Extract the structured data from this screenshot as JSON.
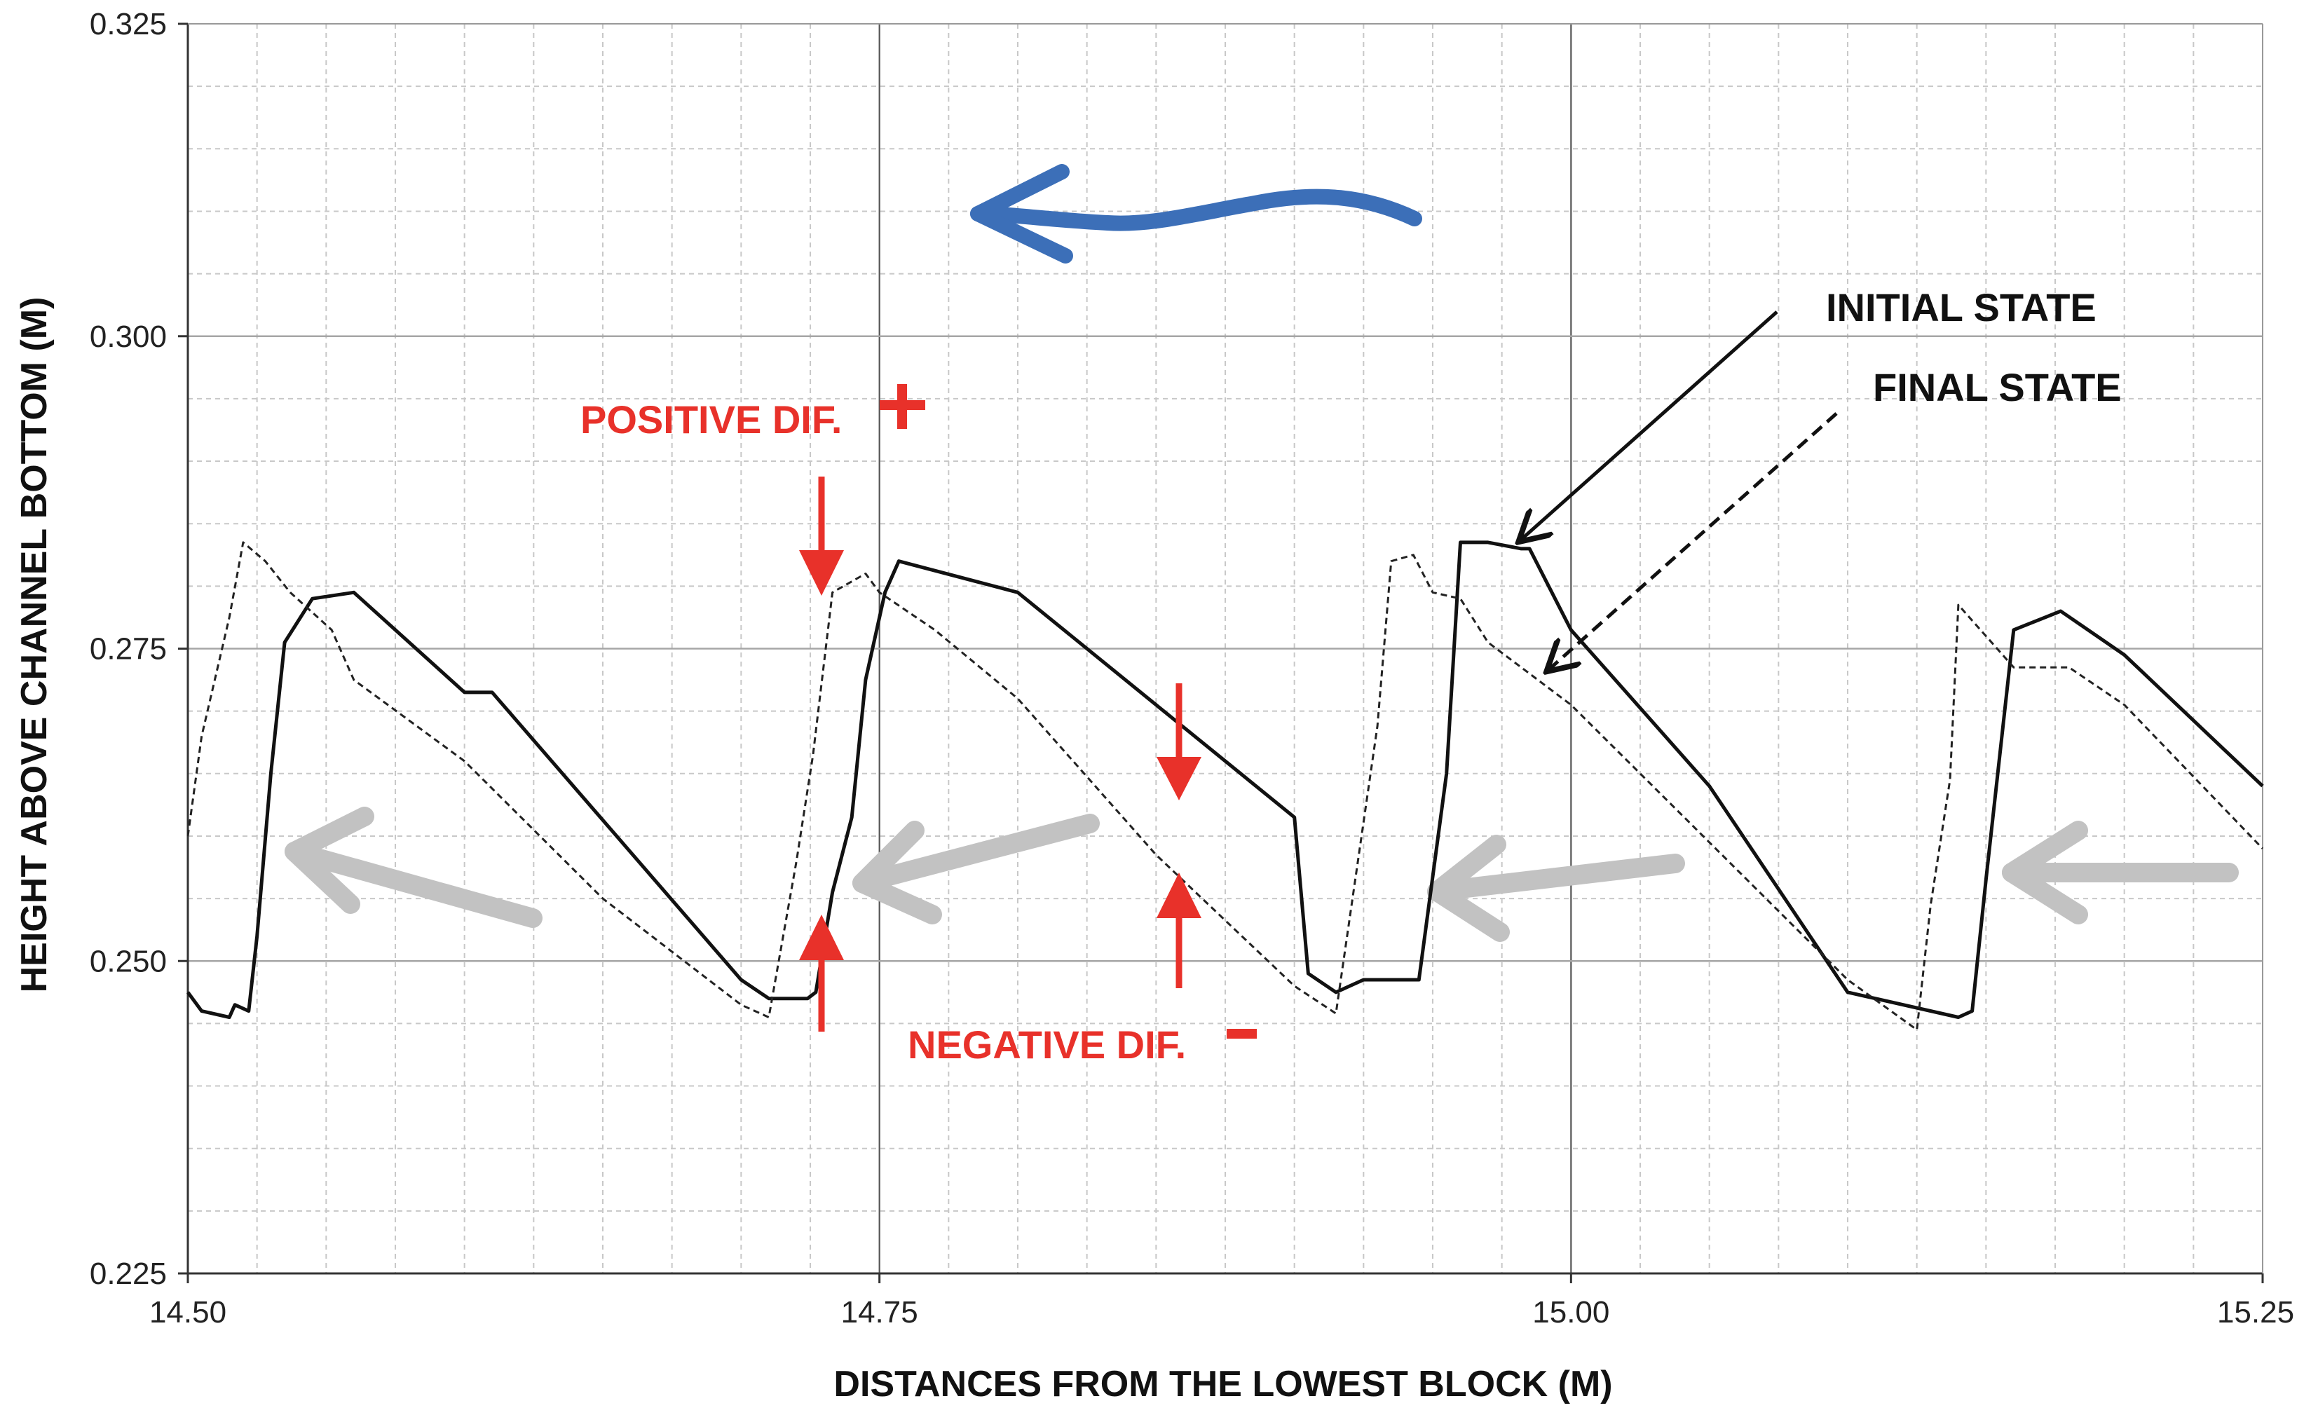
{
  "chart_data": {
    "type": "line",
    "xlabel": "DISTANCES FROM THE LOWEST BLOCK (M)",
    "ylabel": "HEIGHT ABOVE CHANNEL BOTTOM (M)",
    "xlim": [
      14.5,
      15.25
    ],
    "ylim": [
      0.225,
      0.325
    ],
    "x_ticks": [
      "14.50",
      "14.75",
      "15.00",
      "15.25"
    ],
    "y_ticks": [
      "0.325",
      "0.300",
      "0.275",
      "0.250",
      "0.225"
    ],
    "grid": true,
    "series": [
      {
        "name": "INITIAL STATE",
        "style": "solid",
        "color": "#111111",
        "x": [
          14.5,
          14.505,
          14.515,
          14.517,
          14.522,
          14.525,
          14.53,
          14.535,
          14.545,
          14.56,
          14.6,
          14.61,
          14.7,
          14.71,
          14.724,
          14.727,
          14.733,
          14.74,
          14.745,
          14.752,
          14.757,
          14.8,
          14.9,
          14.905,
          14.915,
          14.92,
          14.925,
          14.945,
          14.955,
          14.96,
          14.97,
          14.982,
          14.985,
          15.0,
          15.05,
          15.1,
          15.14,
          15.145,
          15.15,
          15.16,
          15.177,
          15.2,
          15.25
        ],
        "y": [
          0.2475,
          0.246,
          0.2455,
          0.2465,
          0.246,
          0.252,
          0.265,
          0.2755,
          0.279,
          0.2795,
          0.2715,
          0.2715,
          0.2485,
          0.247,
          0.247,
          0.2475,
          0.2555,
          0.2615,
          0.2725,
          0.2795,
          0.282,
          0.2795,
          0.2615,
          0.249,
          0.2475,
          0.248,
          0.2485,
          0.2485,
          0.265,
          0.2835,
          0.2835,
          0.283,
          0.283,
          0.2765,
          0.264,
          0.2475,
          0.2455,
          0.246,
          0.2565,
          0.2765,
          0.278,
          0.2745,
          0.264
        ]
      },
      {
        "name": "FINAL STATE",
        "style": "dashed",
        "color": "#222222",
        "x": [
          14.5,
          14.505,
          14.515,
          14.52,
          14.528,
          14.537,
          14.552,
          14.56,
          14.6,
          14.65,
          14.7,
          14.71,
          14.72,
          14.726,
          14.733,
          14.745,
          14.75,
          14.77,
          14.8,
          14.85,
          14.9,
          14.915,
          14.93,
          14.935,
          14.943,
          14.95,
          14.96,
          14.97,
          15.0,
          15.05,
          15.1,
          15.125,
          15.13,
          15.137,
          15.14,
          15.16,
          15.18,
          15.2,
          15.25
        ],
        "y": [
          0.26,
          0.268,
          0.2775,
          0.2835,
          0.282,
          0.2795,
          0.2765,
          0.2725,
          0.266,
          0.255,
          0.2465,
          0.2455,
          0.258,
          0.2665,
          0.2795,
          0.281,
          0.2795,
          0.2765,
          0.271,
          0.2585,
          0.248,
          0.2458,
          0.2688,
          0.282,
          0.2825,
          0.2795,
          0.279,
          0.2755,
          0.2705,
          0.2595,
          0.2485,
          0.2445,
          0.2545,
          0.2645,
          0.2785,
          0.2735,
          0.2735,
          0.2705,
          0.259
        ]
      }
    ],
    "annotations": {
      "legend_initial": "INITIAL STATE",
      "legend_final": "FINAL STATE",
      "positive_label": "POSITIVE DIF.",
      "positive_sign": "+",
      "negative_label": "NEGATIVE DIF.",
      "negative_sign": "-"
    },
    "colors": {
      "annotation_red": "#e8312a",
      "flow_arrow_blue": "#3c6fb8",
      "wave_arrow_gray": "#c2c2c2",
      "grid_major": "#a6a6a6",
      "grid_minor": "#c8c8c8"
    }
  }
}
